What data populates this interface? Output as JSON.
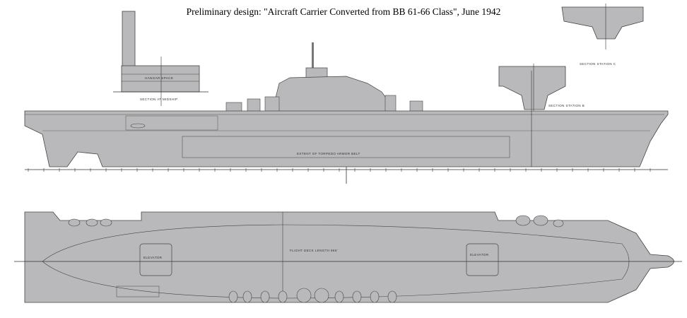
{
  "title": "Preliminary design:  \"Aircraft Carrier Converted from BB 61-66 Class\", June 1942",
  "labels": {
    "hangar_space": "HANGAR SPACE",
    "section_midship": "SECTION AT MIDSHIP",
    "section_b": "SECTION STATION B",
    "section_c": "SECTION STATION C",
    "armor_belt": "EXTENT OF TORPEDO ARMOR BELT",
    "flight_deck": "FLIGHT DECK LENGTH 866'",
    "elevator_fwd": "ELEVATOR",
    "elevator_aft": "ELEVATOR"
  },
  "colors": {
    "hull": "#b9b9bb",
    "line": "#333333"
  }
}
